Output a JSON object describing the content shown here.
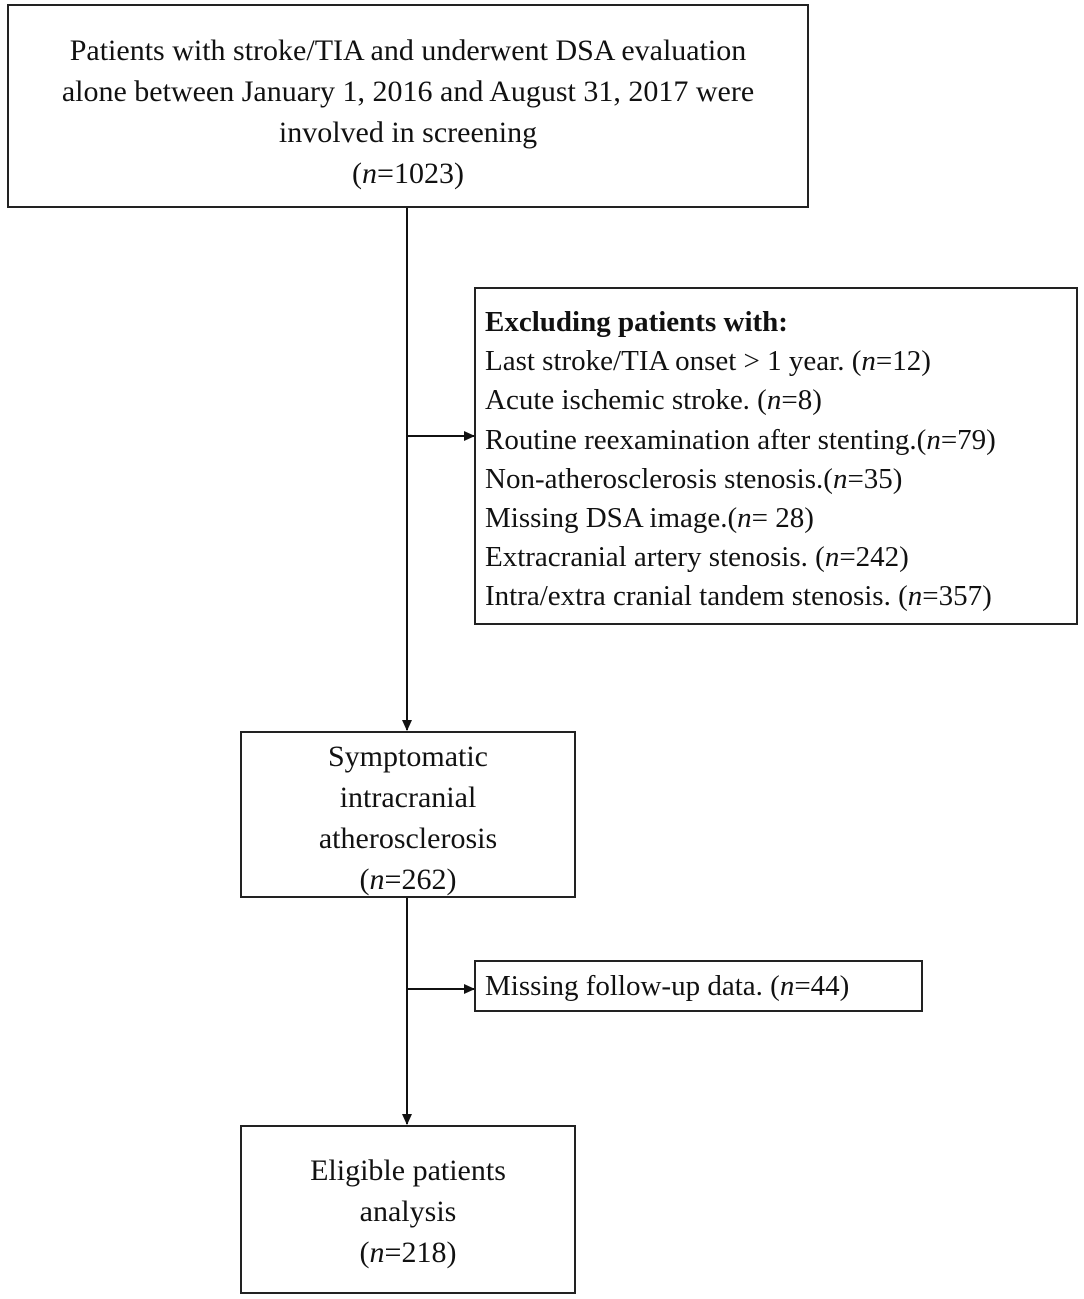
{
  "screening": {
    "lines": [
      "Patients with stroke/TIA and  underwent DSA evaluation",
      "alone between January 1, 2016 and August 31, 2017 were",
      "involved in screening"
    ],
    "n_prefix": "(",
    "n_symbol": "n",
    "n_suffix": "=1023)"
  },
  "exclusion": {
    "header": "Excluding patients with:",
    "items": [
      {
        "label": "Last stroke/TIA onset > 1 year. (",
        "n_symbol": "n",
        "value": "=12)"
      },
      {
        "label": "Acute ischemic stroke. (",
        "n_symbol": "n",
        "value": "=8)"
      },
      {
        "label": "Routine reexamination after stenting.(",
        "n_symbol": "n",
        "value": "=79)"
      },
      {
        "label": "Non-atherosclerosis stenosis.(",
        "n_symbol": "n",
        "value": "=35)"
      },
      {
        "label": "Missing DSA image.(",
        "n_symbol": "n",
        "value": "= 28)"
      },
      {
        "label": "Extracranial artery stenosis. (",
        "n_symbol": "n",
        "value": "=242)"
      },
      {
        "label": "Intra/extra cranial tandem stenosis. (",
        "n_symbol": "n",
        "value": "=357)"
      }
    ]
  },
  "symptomatic": {
    "lines": [
      "Symptomatic",
      "intracranial",
      "atherosclerosis"
    ],
    "n_prefix": "(",
    "n_symbol": "n",
    "n_suffix": "=262)"
  },
  "followup": {
    "label": "Missing follow-up data. (",
    "n_symbol": "n",
    "value": "=44)"
  },
  "eligible": {
    "lines": [
      "Eligible patients",
      "analysis"
    ],
    "n_prefix": "(",
    "n_symbol": "n",
    "n_suffix": "=218)"
  }
}
